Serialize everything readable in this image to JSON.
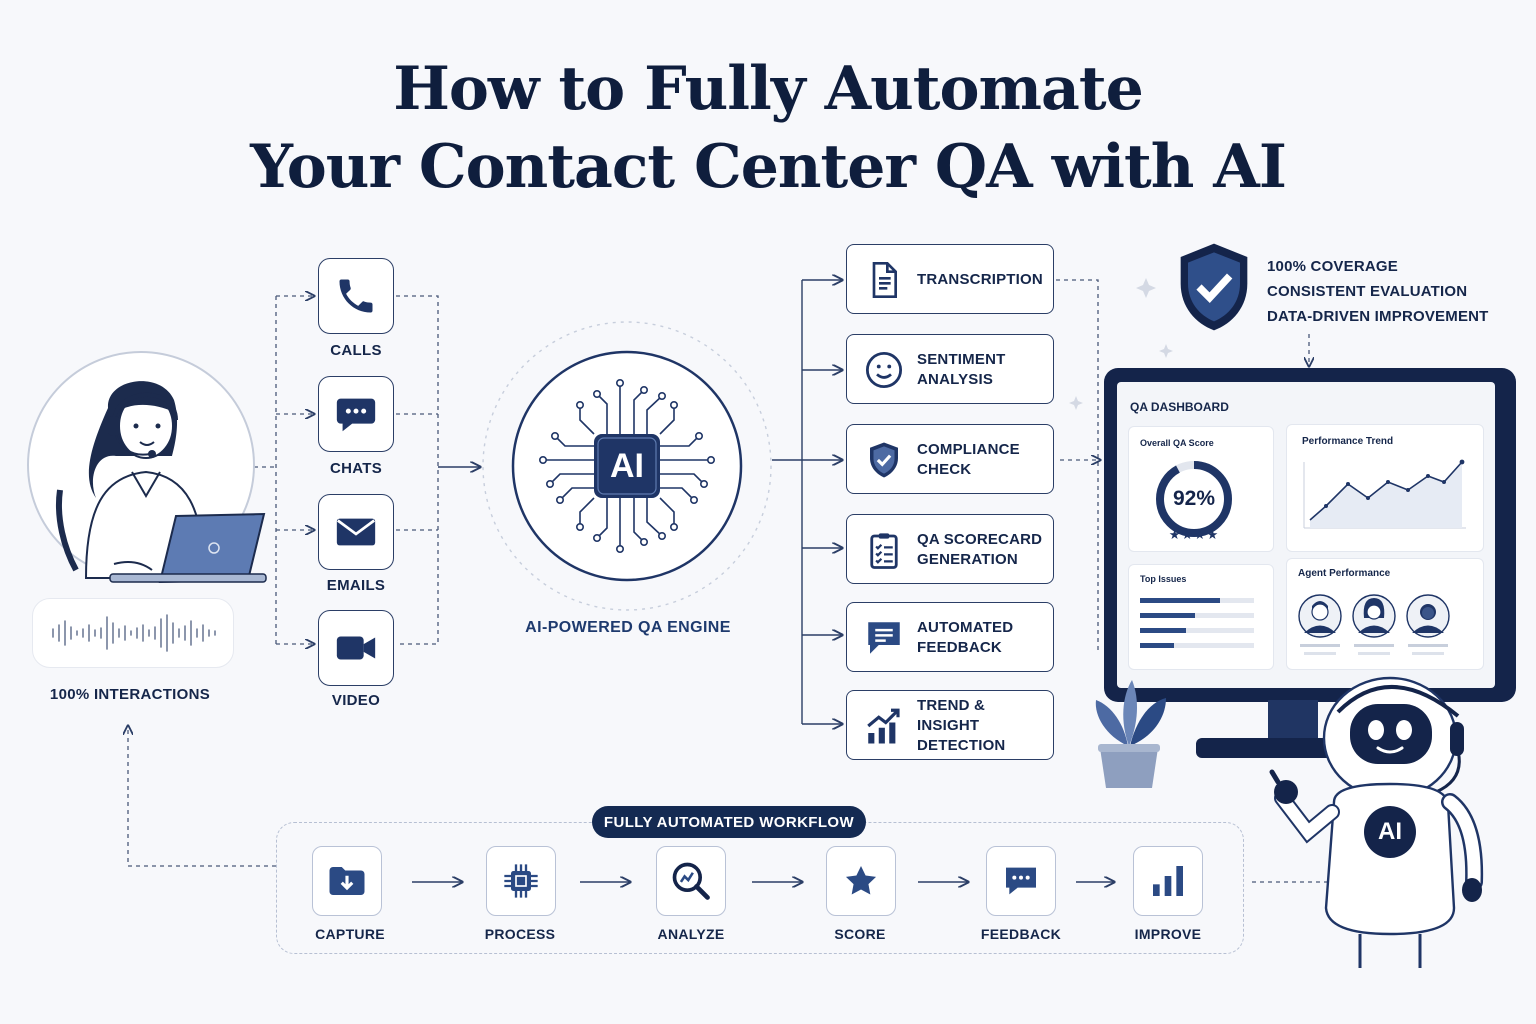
{
  "title": {
    "line1": "How to Fully Automate",
    "line2": "Your Contact Center QA with AI"
  },
  "source": {
    "label": "100% INTERACTIONS"
  },
  "channels": [
    {
      "label": "CALLS",
      "icon": "phone-icon"
    },
    {
      "label": "CHATS",
      "icon": "chat-bubble-icon"
    },
    {
      "label": "EMAILS",
      "icon": "envelope-icon"
    },
    {
      "label": "VIDEO",
      "icon": "video-camera-icon"
    }
  ],
  "engine": {
    "chip_text": "AI",
    "label": "AI-POWERED QA ENGINE",
    "icon": "ai-chip-circuit-icon"
  },
  "capabilities": [
    {
      "line1": "TRANSCRIPTION",
      "line2": "",
      "icon": "document-icon"
    },
    {
      "line1": "SENTIMENT",
      "line2": "ANALYSIS",
      "icon": "smiley-icon"
    },
    {
      "line1": "COMPLIANCE",
      "line2": "CHECK",
      "icon": "shield-check-icon"
    },
    {
      "line1": "QA SCORECARD",
      "line2": "GENERATION",
      "icon": "clipboard-checklist-icon"
    },
    {
      "line1": "AUTOMATED",
      "line2": "FEEDBACK",
      "icon": "message-icon"
    },
    {
      "line1": "TREND & INSIGHT",
      "line2": "DETECTION",
      "icon": "trend-chart-icon"
    }
  ],
  "benefits": {
    "icon": "shield-check-icon",
    "items": [
      "100% COVERAGE",
      "CONSISTENT EVALUATION",
      "DATA-DRIVEN IMPROVEMENT"
    ]
  },
  "dashboard": {
    "title": "QA DASHBOARD",
    "score_panel": {
      "title": "Overall QA Score",
      "value": "92%",
      "fraction": 0.92,
      "stars": "★★★★"
    },
    "trend_panel": {
      "title": "Performance Trend"
    },
    "issues_panel": {
      "title": "Top Issues",
      "bars": [
        0.7,
        0.48,
        0.4,
        0.3
      ]
    },
    "agents_panel": {
      "title": "Agent Performance"
    }
  },
  "robot": {
    "badge_text": "AI"
  },
  "workflow": {
    "badge": "FULLY AUTOMATED WORKFLOW",
    "steps": [
      {
        "label": "CAPTURE",
        "icon": "folder-download-icon"
      },
      {
        "label": "PROCESS",
        "icon": "cpu-chip-icon"
      },
      {
        "label": "ANALYZE",
        "icon": "magnifier-chart-icon"
      },
      {
        "label": "SCORE",
        "icon": "star-icon"
      },
      {
        "label": "FEEDBACK",
        "icon": "chat-dots-icon"
      },
      {
        "label": "IMPROVE",
        "icon": "bar-chart-icon"
      }
    ]
  },
  "colors": {
    "navy": "#14244a",
    "accent": "#2b4a84",
    "line": "#2b3e66",
    "dashed": "#7d8aa6",
    "background": "#f7f8fb"
  }
}
